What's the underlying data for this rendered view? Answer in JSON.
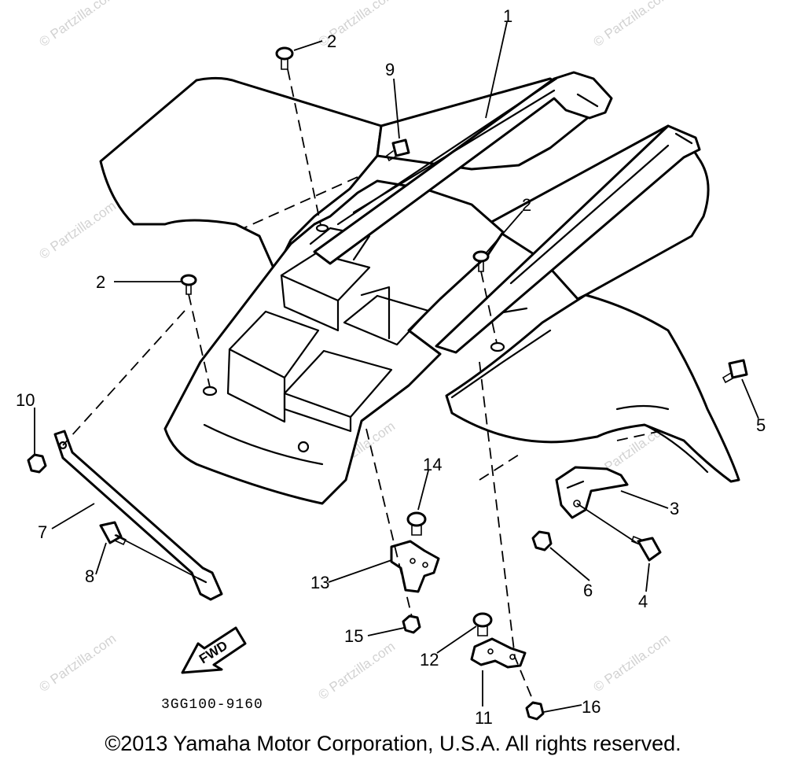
{
  "diagram": {
    "part_numbers": [
      "1",
      "2",
      "2",
      "2",
      "9",
      "10",
      "7",
      "8",
      "14",
      "13",
      "15",
      "12",
      "11",
      "16",
      "3",
      "6",
      "4",
      "5"
    ],
    "drawing_code": "3GG100-9160",
    "arrow_label": "FWD",
    "watermark": "© Partzilla.com",
    "copyright": "©2013 Yamaha Motor Corporation, U.S.A. All rights reserved."
  }
}
